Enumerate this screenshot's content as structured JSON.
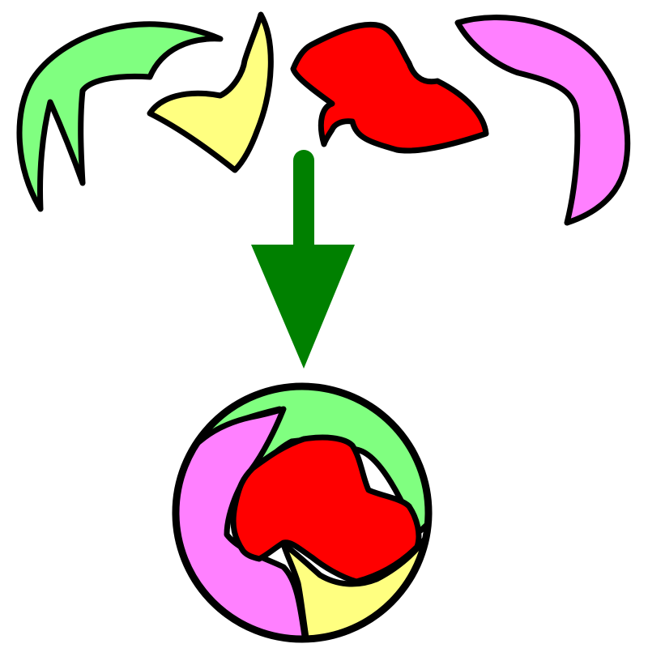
{
  "colors": {
    "green": "#80ff80",
    "yellow": "#ffff80",
    "red": "#ff0000",
    "pink": "#ff80ff",
    "arrow": "#008000",
    "outline": "#000000",
    "background": "#ffffff"
  },
  "pieces": [
    {
      "id": "green-piece",
      "color": "green"
    },
    {
      "id": "yellow-piece",
      "color": "yellow"
    },
    {
      "id": "red-piece",
      "color": "red"
    },
    {
      "id": "pink-piece",
      "color": "pink"
    }
  ],
  "arrow": {
    "direction": "down"
  },
  "assembled": {
    "shape": "circle"
  }
}
